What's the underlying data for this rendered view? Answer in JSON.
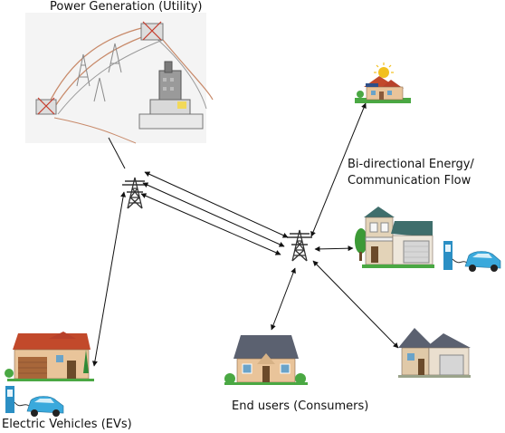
{
  "labels": {
    "utility": "Power Generation (Utility)",
    "flow_line1": "Bi-directional Energy/",
    "flow_line2": "Communication Flow",
    "consumers": "End users (Consumers)",
    "evs": "Electric Vehicles (EVs)"
  },
  "colors": {
    "roof_red": "#c2492b",
    "wall_tan": "#e9c49a",
    "roof_grey": "#5b6170",
    "roof_teal": "#3f6e6c",
    "ev_blue": "#3aa9dc",
    "grass": "#4aa843",
    "line": "#111111"
  },
  "icons": [
    "power-plant-icon",
    "transmission-tower-icon",
    "solar-house-icon",
    "house-icon",
    "ev-charger-icon",
    "electric-car-icon"
  ]
}
